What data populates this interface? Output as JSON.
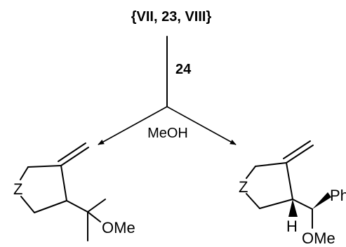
{
  "reaction": {
    "reagents": "{VII, 23, VIII}",
    "catalyst": "24",
    "solvent": "MeOH"
  },
  "product_left": {
    "ring_atom": "Z",
    "substituent": "OMe"
  },
  "product_right": {
    "ring_atom": "Z",
    "aryl": "Ph",
    "hydrogen": "H",
    "substituent": "OMe"
  },
  "colors": {
    "ink": "#000000",
    "background": "#ffffff"
  }
}
